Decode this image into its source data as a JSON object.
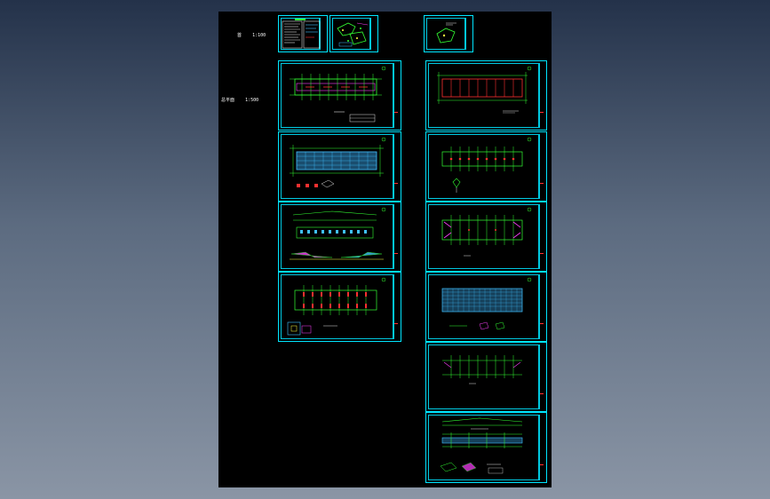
{
  "layout_labels": [
    {
      "name": "label-ground-floor",
      "prefix": "首",
      "scale": "1:100"
    },
    {
      "name": "label-site-plan",
      "prefix": "总平面",
      "scale": "1:500"
    }
  ],
  "colors": {
    "background": "#000000",
    "frame": "#00e5ff",
    "grid": "#33ff33",
    "red": "#ff3030",
    "magenta": "#ff40ff",
    "cyan": "#40c0ff",
    "yellow": "#ffff40"
  },
  "sheets": [
    {
      "name": "cover-sheet",
      "kind": "notes"
    },
    {
      "name": "site-plan-sheet",
      "kind": "site"
    },
    {
      "name": "detail-sheet",
      "kind": "site-small"
    },
    {
      "name": "arch-plan-1",
      "kind": "plan-mixed"
    },
    {
      "name": "arch-plan-2",
      "kind": "plan-blue"
    },
    {
      "name": "arch-elevation",
      "kind": "elevation"
    },
    {
      "name": "arch-plan-3",
      "kind": "plan-red-cols"
    },
    {
      "name": "struct-plan-1",
      "kind": "plan-red-beams"
    },
    {
      "name": "struct-plan-2",
      "kind": "plan-red-cols"
    },
    {
      "name": "struct-plan-3",
      "kind": "plan-magenta"
    },
    {
      "name": "struct-plan-4",
      "kind": "plan-blue-grid"
    },
    {
      "name": "struct-plan-5",
      "kind": "plan-sparse"
    },
    {
      "name": "struct-section",
      "kind": "section"
    }
  ]
}
